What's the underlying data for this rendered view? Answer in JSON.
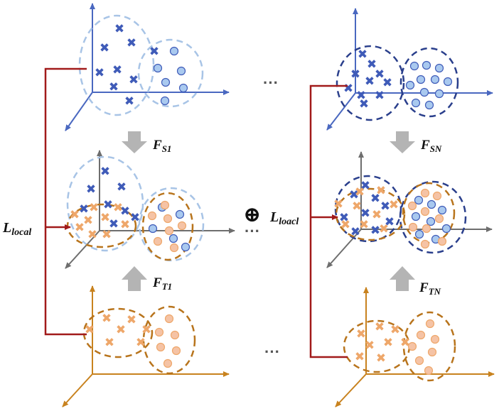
{
  "labels": {
    "loss_left": "L",
    "loss_left_sub": "local",
    "loss_mid": "L",
    "loss_mid_sub": "loacl",
    "oplus": "⊕",
    "ellipsis": "···",
    "fs1": "F",
    "fs1_sub": "S1",
    "ft1": "F",
    "ft1_sub": "T1",
    "fsn": "F",
    "fsn_sub": "SN",
    "ftn": "F",
    "ftn_sub": "TN"
  },
  "colors": {
    "blue_axis": "#4a68c0",
    "grey_axis": "#6e6e6e",
    "orange_axis": "#c8821e",
    "source_light_ring": "#a8c4e6",
    "source_dark_ring": "#2a3f8c",
    "target_ring": "#b8741c",
    "cross_blue": "#3f5bb8",
    "circle_blue_fill": "#a9c9ef",
    "cross_orange": "#eea76a",
    "circle_orange_fill": "#f5c3a5",
    "loss_line": "#a11a1a",
    "transform_arrow": "#b4b4b4"
  }
}
